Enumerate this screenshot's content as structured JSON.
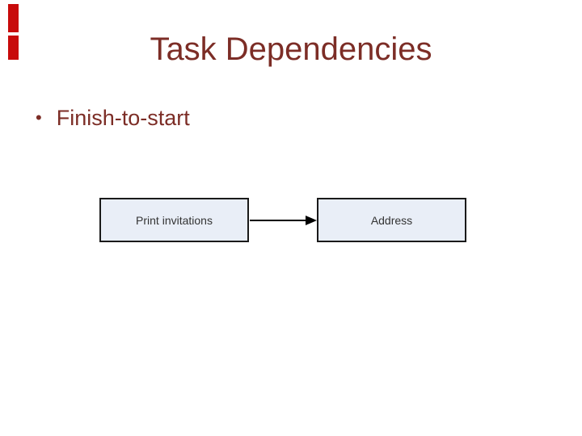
{
  "slide": {
    "title": "Task Dependencies",
    "bullet": {
      "marker": "•",
      "text": "Finish-to-start"
    }
  },
  "diagram": {
    "boxes": [
      {
        "label": "Print invitations"
      },
      {
        "label": "Address"
      }
    ],
    "connector": {
      "type": "finish-to-start-arrow",
      "direction": "left-to-right"
    }
  },
  "colors": {
    "background": "#ffffff",
    "accent_red": "#c80b0b",
    "title_text": "#7c2d26",
    "bullet_text": "#7c2d26",
    "box_fill": "#e9eef7",
    "box_border": "#1a1a1a",
    "box_text": "#333333",
    "arrow": "#000000"
  }
}
